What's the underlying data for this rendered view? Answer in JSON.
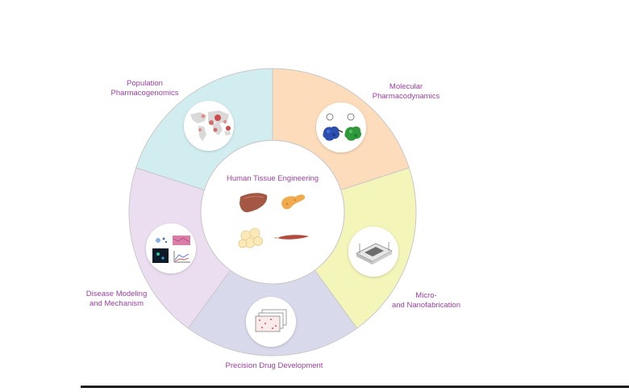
{
  "center": {
    "title": "Human Tissue Engineering",
    "organ_icons": [
      "liver-icon",
      "pancreas-icon",
      "adipose-tissue-icon",
      "muscle-fiber-icon"
    ]
  },
  "segments": [
    {
      "id": "population",
      "line1": "Population",
      "line2": "Pharmacogenomics",
      "color": "#fddcbb",
      "icon": "world-map-icon"
    },
    {
      "id": "molecular",
      "line1": "Molecular",
      "line2": "Pharmacodynamics",
      "color": "#f4f5b9",
      "icon": "protein-structures-icon"
    },
    {
      "id": "fabrication",
      "line1": "Micro-",
      "line2": "and Nanofabrication",
      "color": "#d9d9ec",
      "icon": "microfluidic-chip-icon"
    },
    {
      "id": "drug",
      "line1": "Precision Drug Development",
      "line2": "",
      "color": "#ebdef0",
      "icon": "screening-plates-icon"
    },
    {
      "id": "disease",
      "line1": "Disease Modeling",
      "line2": "and Mechanism",
      "color": "#d2edf0",
      "icon": "imaging-data-panels-icon"
    }
  ],
  "colors": {
    "label": "#9c3fa2",
    "ring_stroke": "#c9c9c9"
  }
}
